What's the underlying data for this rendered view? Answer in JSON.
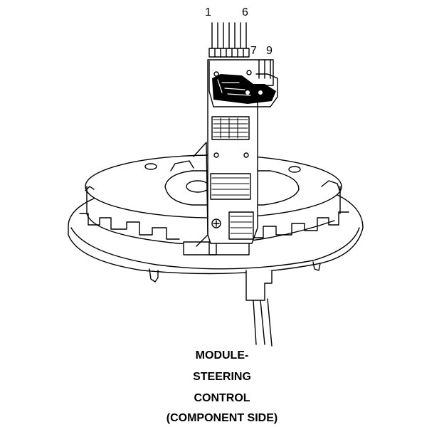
{
  "diagram": {
    "pin_labels": {
      "pin_1": "1",
      "pin_6": "6",
      "pin_7": "7",
      "pin_9": "9"
    },
    "caption": {
      "line1": "MODULE-",
      "line2": "STEERING",
      "line3": "CONTROL",
      "line4": "(COMPONENT SIDE)"
    },
    "colors": {
      "line": "#000000",
      "fill": "#ffffff"
    }
  }
}
